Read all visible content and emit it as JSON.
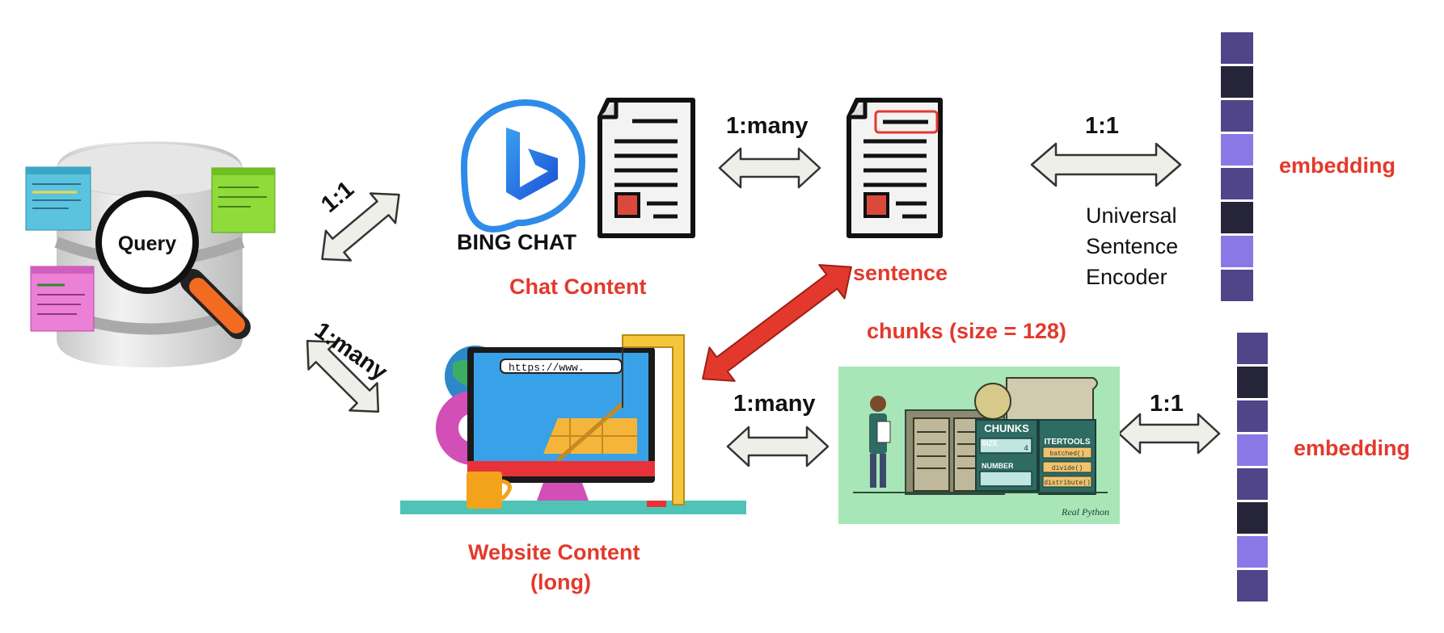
{
  "database": {
    "query_label": "Query"
  },
  "chat": {
    "brand_label": "BING CHAT",
    "caption": "Chat Content"
  },
  "website": {
    "caption_line1": "Website Content",
    "caption_line2": "(long)",
    "url": "https://www."
  },
  "sentence": {
    "caption": "sentence"
  },
  "chunks": {
    "caption": "chunks (size = 128)",
    "panel_title": "CHUNKS",
    "size_label": "SIZE",
    "size_value": "4",
    "number_label": "NUMBER",
    "tool_title": "ITERTOOLS",
    "tool_items": [
      "batched()",
      "divide()",
      "distribute()"
    ],
    "signature": "Real Python"
  },
  "encoder": {
    "line1": "Universal",
    "line2": "Sentence",
    "line3": "Encoder"
  },
  "embedding_label": "embedding",
  "relations": {
    "query_chat": "1:1",
    "query_website": "1:many",
    "chat_sentence": "1:many",
    "sentence_embedding": "1:1",
    "website_chunks": "1:many",
    "chunks_embedding": "1:1"
  },
  "colors": {
    "accent_red": "#e3392c",
    "embedding_dark": "#262438",
    "embedding_mid": "#4f4588",
    "embedding_light": "#8a78e6",
    "arrow_fill": "#efefe9"
  },
  "embedding_top": {
    "cells": [
      "mid",
      "dark",
      "mid",
      "light",
      "mid",
      "dark",
      "light",
      "mid"
    ]
  },
  "embedding_bottom": {
    "cells": [
      "mid",
      "dark",
      "mid",
      "light",
      "mid",
      "dark",
      "light",
      "mid"
    ]
  }
}
